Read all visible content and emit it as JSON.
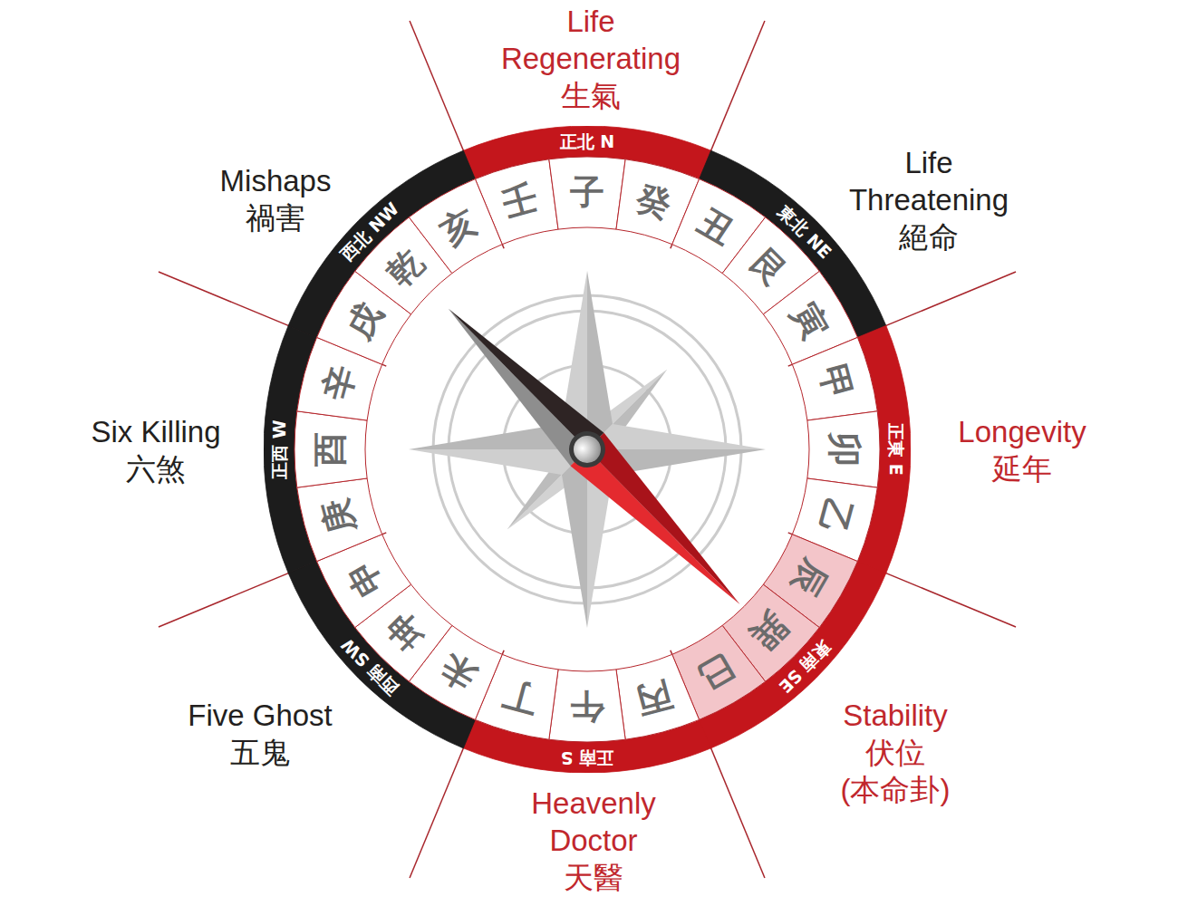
{
  "diagram": {
    "nodes": [
      {
        "text": [
          "正北 N"
        ]
      },
      {
        "text": [
          "東北 NE"
        ]
      },
      {
        "text": [
          "正東 E"
        ]
      },
      {
        "text": [
          "東南 SE"
        ]
      },
      {
        "text": [
          "正南 S"
        ]
      },
      {
        "text": [
          "西南 SW"
        ]
      },
      {
        "text": [
          "正西 W"
        ]
      },
      {
        "text": [
          "西北 NW"
        ]
      },
      {
        "text": [
          "壬"
        ]
      },
      {
        "text": [
          "子"
        ]
      },
      {
        "text": [
          "癸"
        ]
      },
      {
        "text": [
          "丑"
        ]
      },
      {
        "text": [
          "艮"
        ]
      },
      {
        "text": [
          "寅"
        ]
      },
      {
        "text": [
          "甲"
        ]
      },
      {
        "text": [
          "卯"
        ]
      },
      {
        "text": [
          "乙"
        ]
      },
      {
        "text": [
          "辰"
        ]
      },
      {
        "text": [
          "巽"
        ]
      },
      {
        "text": [
          "巳"
        ]
      },
      {
        "text": [
          "丙"
        ]
      },
      {
        "text": [
          "午"
        ]
      },
      {
        "text": [
          "丁"
        ]
      },
      {
        "text": [
          "未"
        ]
      },
      {
        "text": [
          "坤"
        ]
      },
      {
        "text": [
          "申"
        ]
      },
      {
        "text": [
          "庚"
        ]
      },
      {
        "text": [
          "酉"
        ]
      },
      {
        "text": [
          "辛"
        ]
      },
      {
        "text": [
          "戌"
        ]
      },
      {
        "text": [
          "乾"
        ]
      },
      {
        "text": [
          "亥"
        ]
      }
    ],
    "labels": [
      "Life Regenerating",
      "生氣",
      "Mishaps",
      "禍害",
      "Life Threatening",
      "絕命",
      "Longevity",
      "延年",
      "Six Killing",
      "六煞",
      "Five Ghost",
      "五鬼",
      "Stability",
      "伏位",
      "(本命卦)",
      "Heavenly Doctor",
      "天醫"
    ]
  }
}
